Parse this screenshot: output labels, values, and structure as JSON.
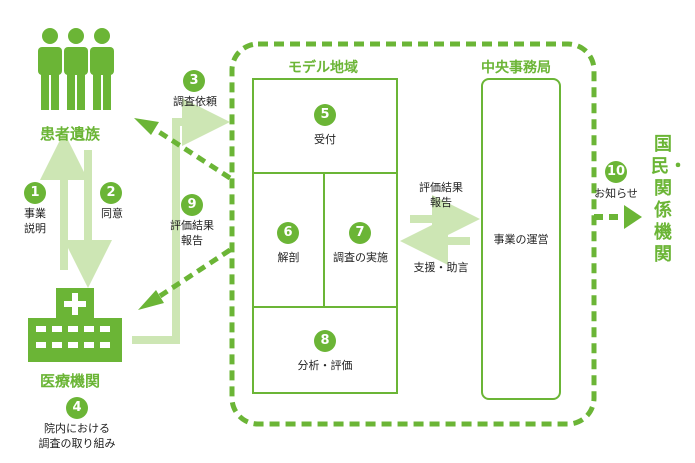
{
  "patient_family": "患者遺族",
  "hospital": "医療機関",
  "model_region": "モデル地域",
  "central_office": "中央事務局",
  "national_agencies": "国民・関係機関",
  "steps": [
    {
      "num": "1",
      "label": "事業\n説明"
    },
    {
      "num": "2",
      "label": "同意"
    },
    {
      "num": "3",
      "label": "調査依頼"
    },
    {
      "num": "4",
      "label": "院内における\n調査の取り組み"
    },
    {
      "num": "5",
      "label": "受付"
    },
    {
      "num": "6",
      "label": "解剖"
    },
    {
      "num": "7",
      "label": "調査の実施"
    },
    {
      "num": "8",
      "label": "分析・評価"
    },
    {
      "num": "9",
      "label": "評価結果\n報告"
    },
    {
      "num": "10",
      "label": "お知らせ"
    }
  ],
  "flow_labels": {
    "eval_report_to_office": "評価結果\n報告",
    "support_advice": "支援・助言"
  },
  "central_task": "事業の運営",
  "colors": {
    "accent": "#6bb536",
    "light": "#cde6b4"
  },
  "icons": [
    "people-icon",
    "hospital-icon"
  ]
}
